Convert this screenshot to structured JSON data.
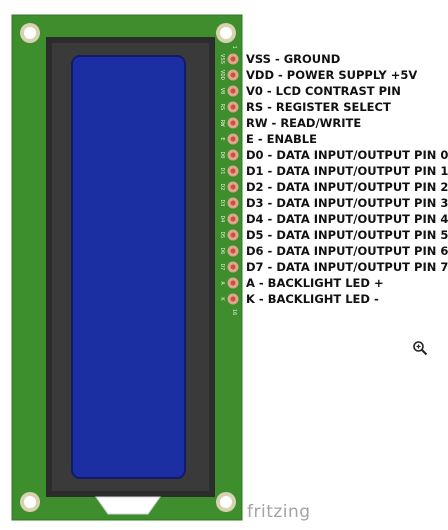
{
  "board": {
    "pcb_color": "#3e8e2e",
    "screen_color": "#1b2fa3",
    "bezel_color": "#2c2c2c"
  },
  "pins": [
    {
      "silk": "VSS",
      "label": "VSS - GROUND"
    },
    {
      "silk": "VDD",
      "label": "VDD - POWER SUPPLY +5V"
    },
    {
      "silk": "V0",
      "label": "V0 - LCD CONTRAST PIN"
    },
    {
      "silk": "RS",
      "label": "RS - REGISTER SELECT"
    },
    {
      "silk": "RW",
      "label": "RW - READ/WRITE"
    },
    {
      "silk": "E",
      "label": "E - ENABLE"
    },
    {
      "silk": "D0",
      "label": "D0 - DATA INPUT/OUTPUT PIN 0"
    },
    {
      "silk": "D1",
      "label": "D1 - DATA INPUT/OUTPUT PIN 1"
    },
    {
      "silk": "D2",
      "label": "D2 - DATA INPUT/OUTPUT PIN 2"
    },
    {
      "silk": "D3",
      "label": "D3 - DATA INPUT/OUTPUT PIN 3"
    },
    {
      "silk": "D4",
      "label": "D4 - DATA INPUT/OUTPUT PIN 4"
    },
    {
      "silk": "D5",
      "label": "D5 - DATA INPUT/OUTPUT PIN 5"
    },
    {
      "silk": "D6",
      "label": "D6 - DATA INPUT/OUTPUT PIN 6"
    },
    {
      "silk": "D7",
      "label": "D7 - DATA INPUT/OUTPUT PIN 7"
    },
    {
      "silk": "A",
      "label": "A - BACKLIGHT LED +"
    },
    {
      "silk": "K",
      "label": "K - BACKLIGHT LED -"
    }
  ],
  "silk_first": "1",
  "silk_last": "16",
  "logo": "fritzing",
  "zoom_icon": "zoom-in-icon"
}
